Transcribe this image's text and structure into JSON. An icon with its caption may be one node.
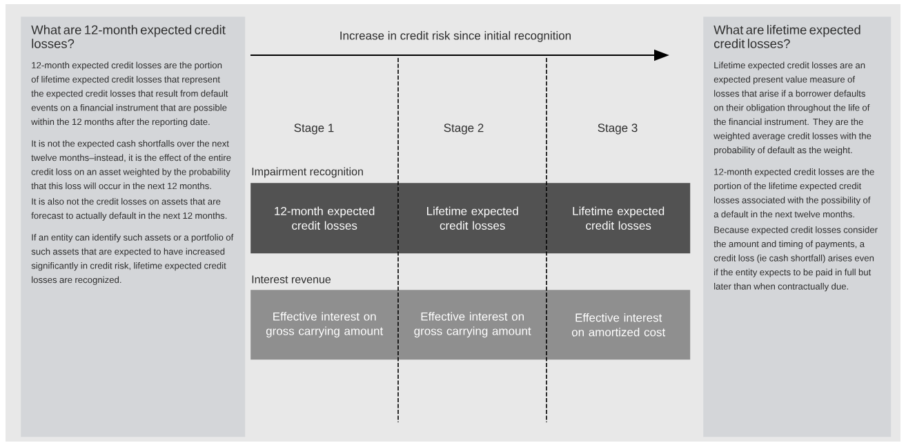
{
  "diagram": {
    "nodes": [
      {
        "text": [
          "What are 12-month expected credit losses?",
          "12-month expected credit losses are the portion of lifetime expected credit losses that represent the expected credit losses that result from default events on a financial instrument that are possible within the 12 months after the reporting date.",
          "It is not the expected cash shortfalls over the next twelve months–instead, it is the effect of the entire credit loss on an asset weighted by the probability that this loss will occur in the next 12 months.",
          "It is also not the credit losses on assets that are forecast to actually default in the next 12 months.",
          "If an entity can identify such assets or a portfolio of such assets that are expected to have increased significantly in credit risk, lifetime expected credit losses are recognized."
        ]
      },
      {
        "text": [
          "What are lifetime expected credit losses?",
          "Lifetime expected credit losses are an expected present value measure of losses that arise if a borrower defaults on their obligation throughout the life of the financial instrument. They are the weighted average credit losses with the probability of default as the weight.",
          "12-month expected credit losses are the portion of the lifetime expected credit losses associated with the possibility of a default in the next twelve months.",
          "Because expected credit losses consider the amount and timing of payments, a credit loss (ie cash shortfall) arises even if the entity expects to be paid in full but later than when contractually due."
        ]
      },
      {
        "text": [
          "12-month expected credit losses"
        ]
      },
      {
        "text": [
          "Lifetime expected credit losses"
        ]
      },
      {
        "text": [
          "Lifetime expected credit losses"
        ]
      },
      {
        "text": [
          "Effective interest on gross carrying amount"
        ]
      },
      {
        "text": [
          "Effective interest on gross carrying amount"
        ]
      },
      {
        "text": [
          "Effective interest on amortized cost"
        ]
      }
    ],
    "labels": [
      "Increase in credit risk since initial recognition",
      "Stage 1",
      "Stage 2",
      "Stage 3",
      "Impairment recognition",
      "Interest revenue"
    ]
  }
}
